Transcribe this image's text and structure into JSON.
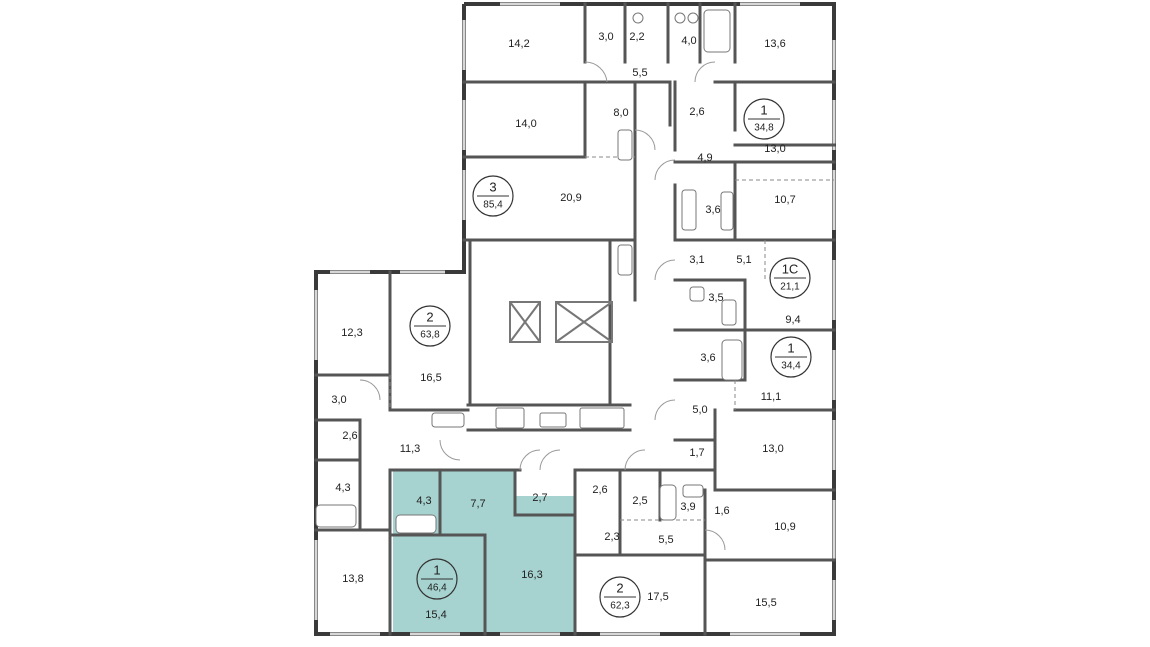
{
  "highlight_color": "#a6d2cf",
  "wall_color": "#555555",
  "apartments": [
    {
      "id": "apt-3",
      "number": "3",
      "area": "85,4"
    },
    {
      "id": "apt-1-top",
      "number": "1",
      "area": "34,8"
    },
    {
      "id": "apt-1c",
      "number": "1С",
      "area": "21,1"
    },
    {
      "id": "apt-1-mid",
      "number": "1",
      "area": "34,4"
    },
    {
      "id": "apt-2-left",
      "number": "2",
      "area": "63,8"
    },
    {
      "id": "apt-1-selected",
      "number": "1",
      "area": "46,4"
    },
    {
      "id": "apt-2-bottom",
      "number": "2",
      "area": "62,3"
    }
  ],
  "rooms": [
    "14,2",
    "3,0",
    "2,2",
    "4,0",
    "13,6",
    "5,5",
    "14,0",
    "8,0",
    "2,6",
    "13,0",
    "4,9",
    "20,9",
    "3,6",
    "10,7",
    "3,1",
    "5,1",
    "3,5",
    "9,4",
    "12,3",
    "16,5",
    "3,6",
    "11,1",
    "3,0",
    "5,0",
    "2,6",
    "11,3",
    "1,7",
    "13,0",
    "4,3",
    "4,3",
    "7,7",
    "2,7",
    "2,6",
    "2,5",
    "3,9",
    "1,6",
    "10,9",
    "2,3",
    "5,5",
    "13,8",
    "16,3",
    "17,5",
    "15,5",
    "15,4"
  ]
}
